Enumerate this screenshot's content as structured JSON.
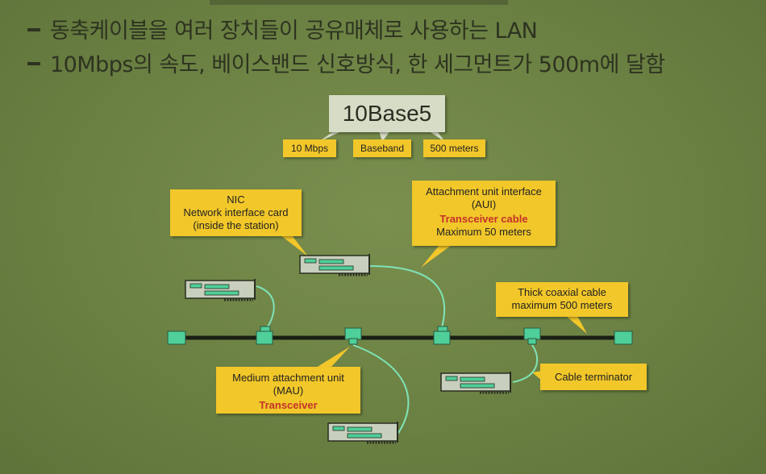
{
  "bullets": [
    "동축케이블을 여러 장치들이 공유매체로 사용하는 LAN",
    "10Mbps의 속도, 베이스밴드 신호방식, 한 세그먼트가 500m에 달함"
  ],
  "diagram": {
    "title": "10Base5",
    "tags": [
      "10 Mbps",
      "Baseband",
      "500 meters"
    ],
    "nic": [
      "NIC",
      "Network interface card",
      "(inside the station)"
    ],
    "aui": {
      "line1": "Attachment unit interface",
      "line2": "(AUI)",
      "highlight": "Transceiver cable",
      "line4": "Maximum 50 meters"
    },
    "coax": [
      "Thick coaxial cable",
      "maximum 500 meters"
    ],
    "mau": {
      "line1": "Medium attachment unit",
      "line2": "(MAU)",
      "highlight": "Transceiver"
    },
    "terminator": "Cable terminator",
    "colors": {
      "background": "#6b8143",
      "callout": "#f2c72a",
      "highlight": "#c4332a",
      "transceiver": "#4fcf9a",
      "cable": "#7fe3b8",
      "bus": "#1a1f14"
    }
  }
}
